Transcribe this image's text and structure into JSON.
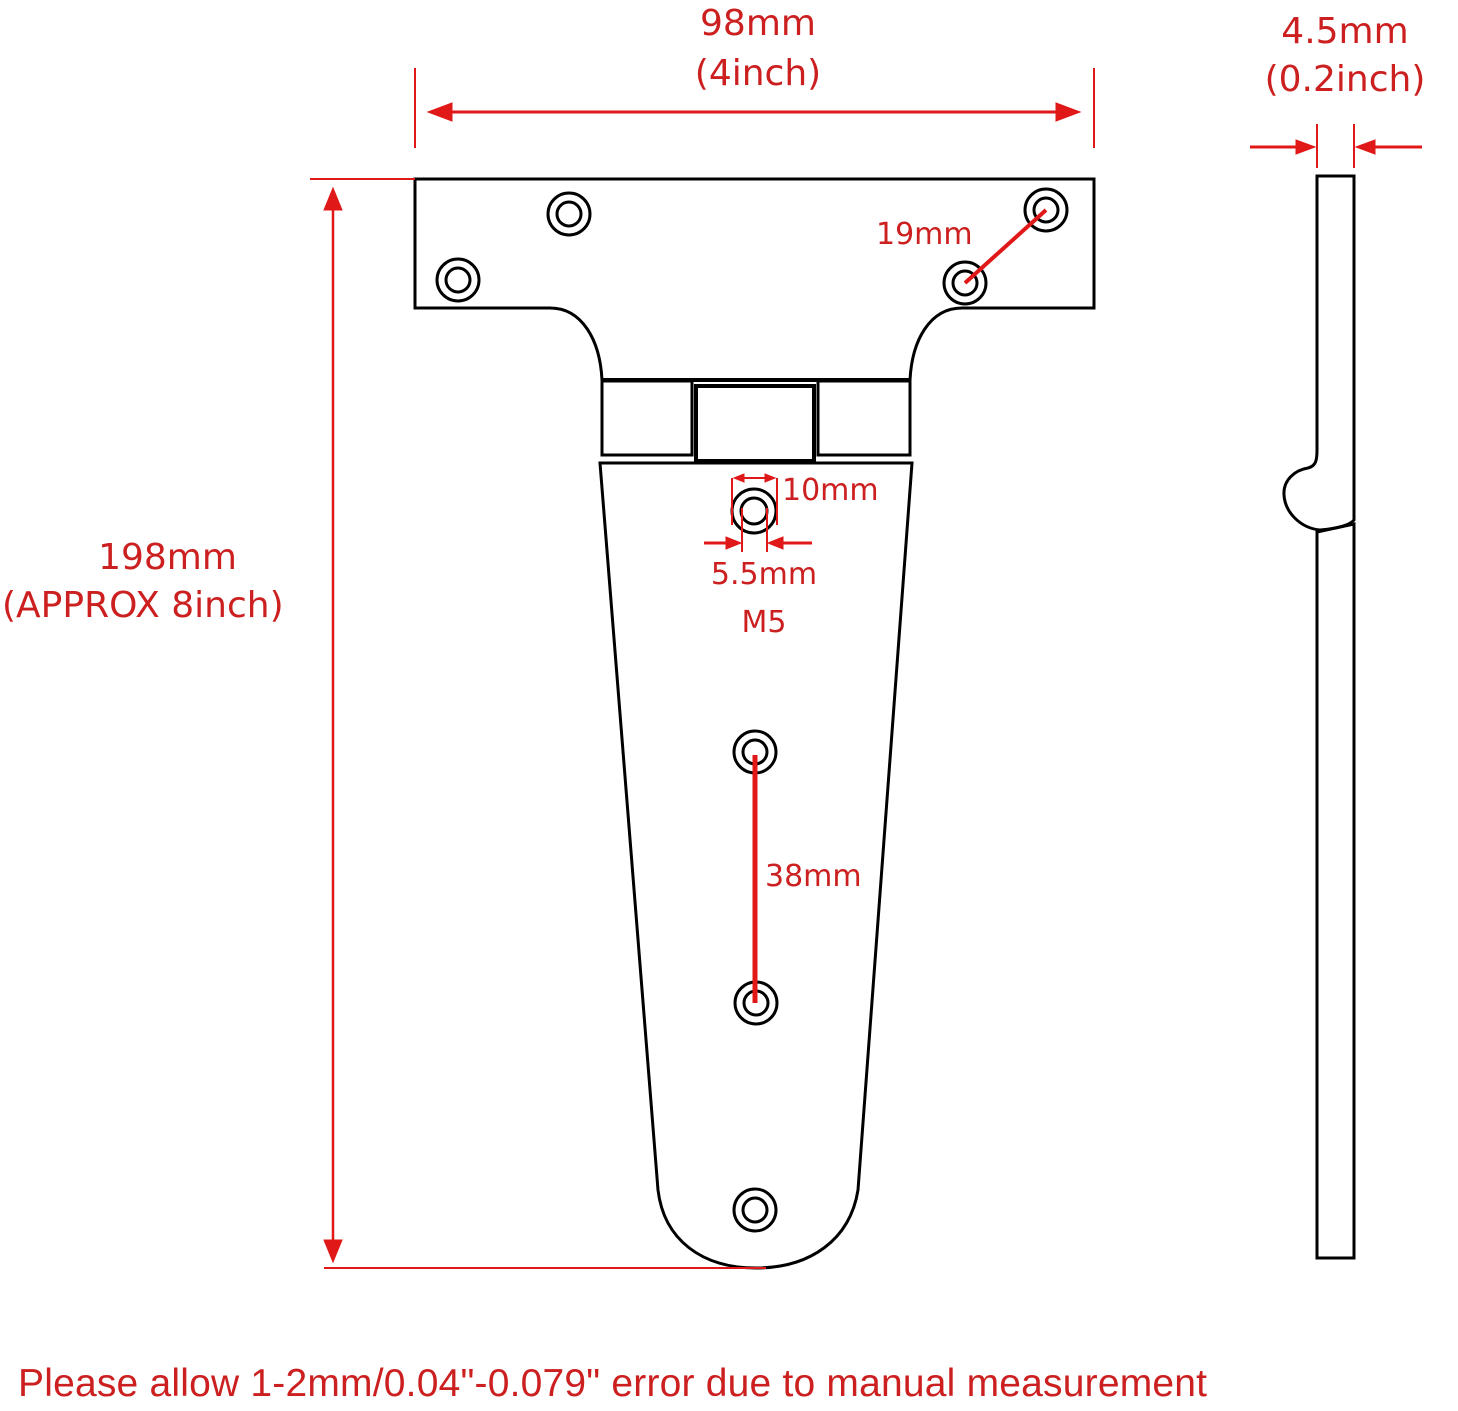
{
  "diagram": {
    "subject": "T-hinge dimension drawing",
    "colors": {
      "annotation": "#cc1f1f",
      "outline": "#000000",
      "background": "#ffffff"
    },
    "front_view": {
      "width": {
        "mm": "98mm",
        "inch": "(4inch)"
      },
      "height": {
        "mm": "198mm",
        "inch": "(APPROX 8inch)"
      },
      "hole_spacing_top": "19mm",
      "hole_outer_diameter": "10mm",
      "hole_inner_diameter": "5.5mm",
      "screw_size": "M5",
      "hole_spacing_strap": "38mm"
    },
    "side_view": {
      "thickness": {
        "mm": "4.5mm",
        "inch": "(0.2inch)"
      }
    },
    "footer_note": "Please allow 1-2mm/0.04\"-0.079\" error due to manual measurement"
  }
}
